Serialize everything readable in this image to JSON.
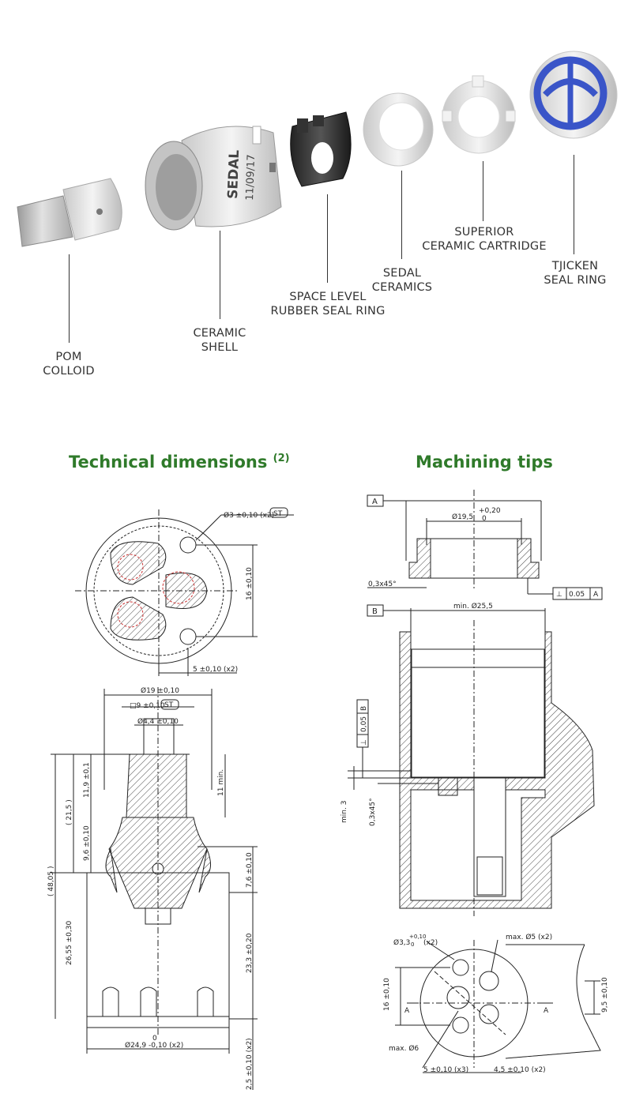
{
  "parts": [
    {
      "line1": "POM",
      "line2": "COLLOID"
    },
    {
      "line1": "CERAMIC",
      "line2": "SHELL"
    },
    {
      "line1": "SPACE LEVEL",
      "line2": "RUBBER SEAL RING"
    },
    {
      "line1": "SEDAL",
      "line2": "CERAMICS"
    },
    {
      "line1": "SUPERIOR",
      "line2": "CERAMIC CARTRIDGE"
    },
    {
      "line1": "TJICKEN",
      "line2": "SEAL RING"
    }
  ],
  "shell_print": {
    "brand": "SEDAL",
    "date": "11/09/17"
  },
  "sections": {
    "left_title": "Technical dimensions",
    "left_note": "(2)",
    "right_title": "Machining tips"
  },
  "left_top_dims": {
    "hole": "Ø3 ±0,10 (x2)",
    "hole_tag": "ST",
    "height": "16 ±0,10",
    "offset": "5 ±0,10 (x2)"
  },
  "left_side_dims": {
    "d19": "Ø19 ±0,10",
    "sq9": "□9 ±0,10",
    "sq9_tag": "ST",
    "d44": "Ø4,4 ±0,10",
    "h119": "11,9 ±0,1",
    "h11": "11 min.",
    "h215": "( 21,5 )",
    "h96": "9,6 ±0,10",
    "h4805": "( 48,05 )",
    "h76": "7,6 ±0,10",
    "h2655": "26,55 ±0,30",
    "h233": "23,3 ±0,20",
    "d249": "Ø24,9 -0,10 (x2)",
    "d249_tol": "0",
    "h25": "2,5 ±0,10 (x2)"
  },
  "right_dims": {
    "datum_a": "A",
    "datum_b": "B",
    "d195": "Ø19,5",
    "d195_tol_up": "+0,20",
    "d195_tol_lo": "0",
    "chamfer1": "0,3x45°",
    "perp_a_val": "0.05",
    "perp_a_ref": "A",
    "min255": "min. Ø25,5",
    "perp_b_val": "0,05",
    "perp_b_ref": "B",
    "min3": "min. 3",
    "chamfer2": "0,3x45°",
    "d33": "Ø3,3",
    "d33_tol_up": "+0,10",
    "d33_tol_lo": "0",
    "d33_count": "(x2)",
    "max5": "max. Ø5 (x2)",
    "max6": "max. Ø6",
    "h16": "16 ±0,10",
    "h95": "9,5 ±0,10",
    "w5": "5 ±0,10 (x3)",
    "w45": "4,5 ±0,10 (x2)",
    "section_a": "A"
  }
}
